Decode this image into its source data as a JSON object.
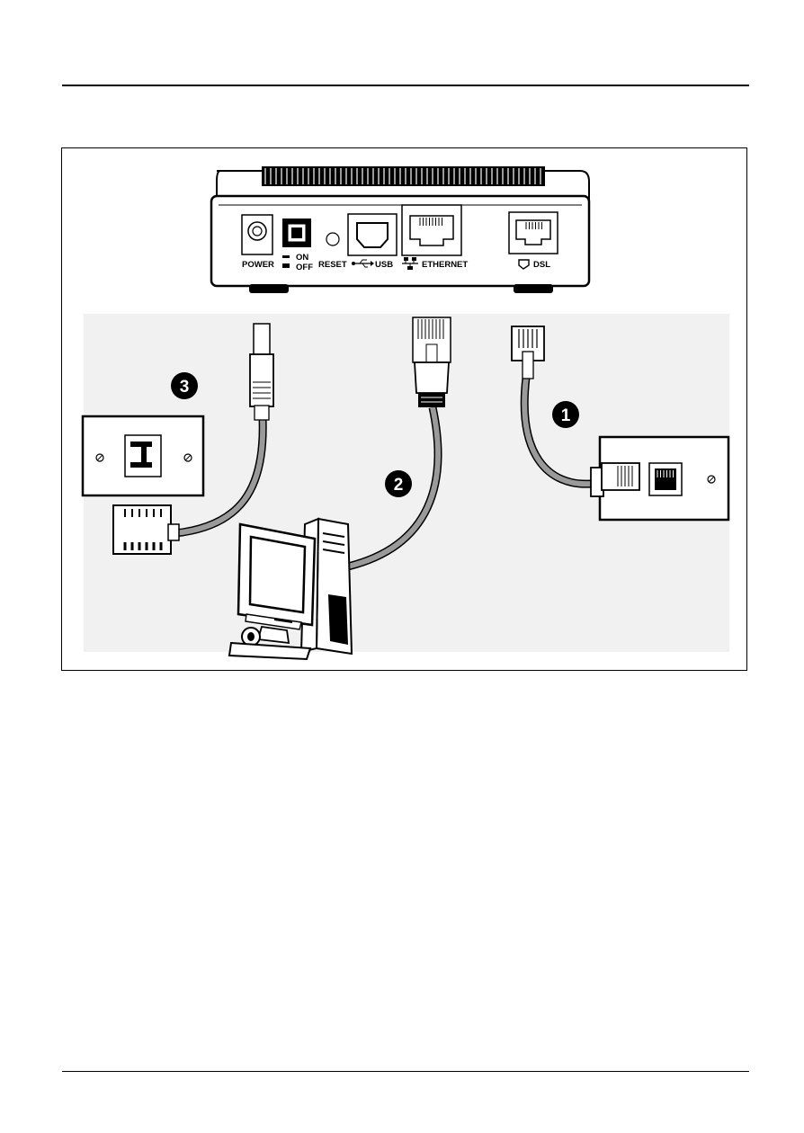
{
  "device": {
    "labels": {
      "power": "POWER",
      "on": "ON",
      "off": "OFF",
      "reset": "RESET",
      "usb": "USB",
      "ethernet": "ETHERNET",
      "dsl": "DSL"
    }
  },
  "steps": [
    "1",
    "2",
    "3"
  ],
  "colors": {
    "cable": "#9a9a9a",
    "background_band": "#f1f1f1",
    "line": "#000000"
  }
}
